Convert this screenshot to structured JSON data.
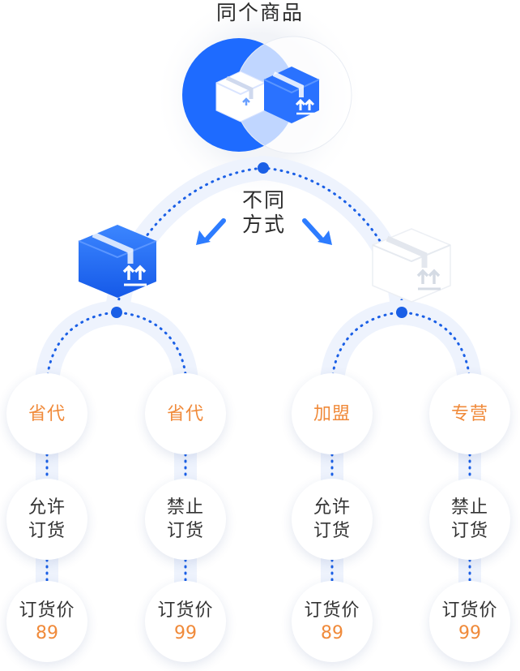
{
  "title": "同个商品",
  "method": {
    "line1": "不同",
    "line2": "方式"
  },
  "colors": {
    "blue": "#1e6bff",
    "orange": "#f08a3a",
    "track": "#eef3fd",
    "dots": "#1a5fe6"
  },
  "branches": [
    {
      "channel": "省代",
      "permission": {
        "line1": "允许",
        "line2": "订货"
      },
      "price_label": "订货价",
      "price": "89"
    },
    {
      "channel": "省代",
      "permission": {
        "line1": "禁止",
        "line2": "订货"
      },
      "price_label": "订货价",
      "price": "99"
    },
    {
      "channel": "加盟",
      "permission": {
        "line1": "允许",
        "line2": "订货"
      },
      "price_label": "订货价",
      "price": "89"
    },
    {
      "channel": "专营",
      "permission": {
        "line1": "禁止",
        "line2": "订货"
      },
      "price_label": "订货价",
      "price": "99"
    }
  ]
}
